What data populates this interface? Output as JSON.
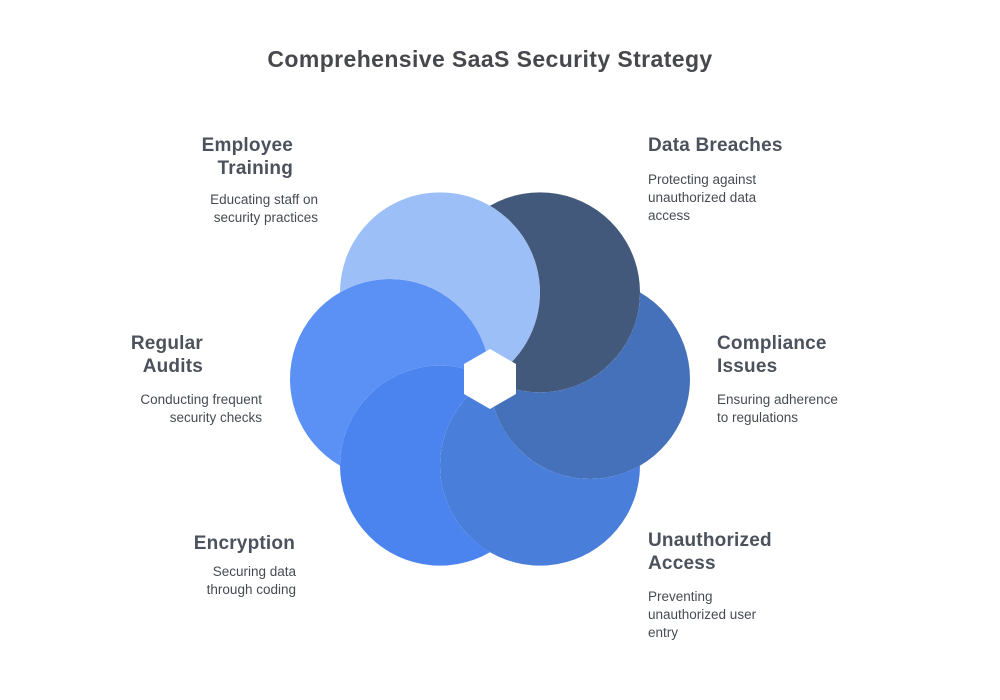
{
  "title": {
    "text": "Comprehensive SaaS Security Strategy"
  },
  "background_color": "#ffffff",
  "diagram": {
    "center_hexagon_color": "#ffffff",
    "petals": [
      {
        "id": "regular-audits",
        "color": "#5B91F5"
      },
      {
        "id": "employee-training",
        "color": "#9DBFF7"
      },
      {
        "id": "data-breaches",
        "color": "#42597C"
      },
      {
        "id": "compliance-issues",
        "color": "#4571BA"
      },
      {
        "id": "unauthorized-access",
        "color": "#4A7EDB"
      },
      {
        "id": "encryption",
        "color": "#4C84EF"
      }
    ]
  },
  "labels": [
    {
      "id": "employee-training",
      "align": "right",
      "heading_lines": [
        "Employee",
        "Training"
      ],
      "body_lines": [
        "Educating staff on",
        "security practices"
      ]
    },
    {
      "id": "data-breaches",
      "align": "left",
      "heading_lines": [
        "Data Breaches"
      ],
      "body_lines": [
        "Protecting against",
        "unauthorized data",
        "access"
      ]
    },
    {
      "id": "regular-audits",
      "align": "right",
      "heading_lines": [
        "Regular",
        "Audits"
      ],
      "body_lines": [
        "Conducting frequent",
        "security checks"
      ]
    },
    {
      "id": "compliance-issues",
      "align": "left",
      "heading_lines": [
        "Compliance",
        "Issues"
      ],
      "body_lines": [
        "Ensuring adherence",
        "to regulations"
      ]
    },
    {
      "id": "encryption",
      "align": "right",
      "heading_lines": [
        "Encryption"
      ],
      "body_lines": [
        "Securing data",
        "through coding"
      ]
    },
    {
      "id": "unauthorized-access",
      "align": "left",
      "heading_lines": [
        "Unauthorized",
        "Access"
      ],
      "body_lines": [
        "Preventing",
        "unauthorized user",
        "entry"
      ]
    }
  ]
}
